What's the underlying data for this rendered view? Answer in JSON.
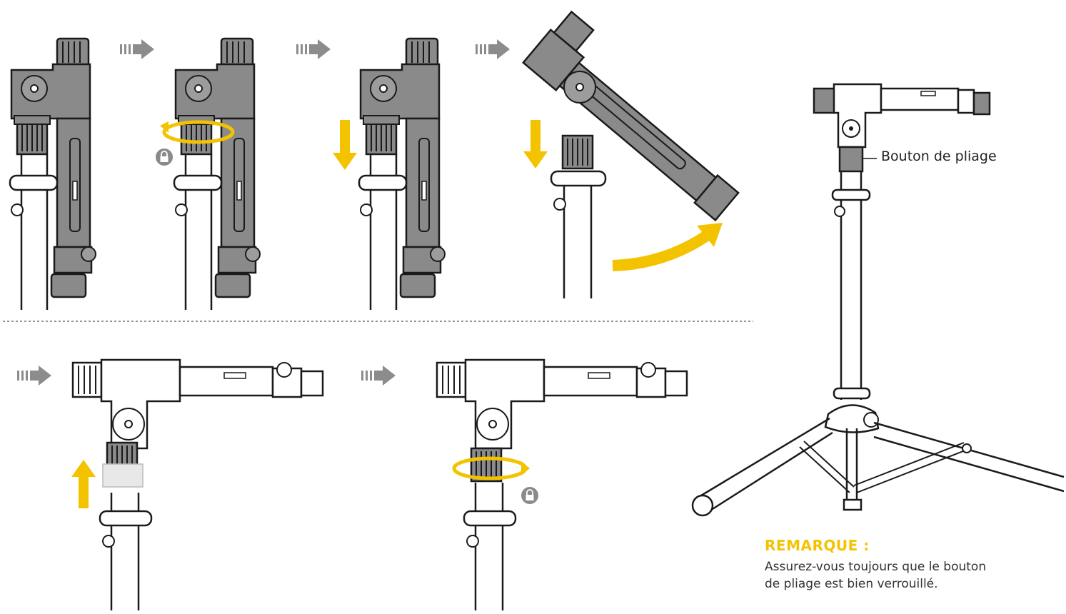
{
  "labels": {
    "folding_knob": "Bouton de pliage"
  },
  "note": {
    "title": "REMARQUE :",
    "body_line1": "Assurez-vous toujours que le bouton",
    "body_line2": "de pliage est bien verrouillé."
  },
  "colors": {
    "accent_yellow": "#f4c300",
    "arrow_gray": "#8c8c8c",
    "part_gray": "#8a8a8a",
    "line_dark": "#1a1a1a"
  },
  "icons": [
    "step-arrow-icon",
    "lock-icon",
    "rotate-arrow-icon",
    "down-arrow-icon",
    "up-arrow-icon",
    "swing-arrow-icon"
  ]
}
